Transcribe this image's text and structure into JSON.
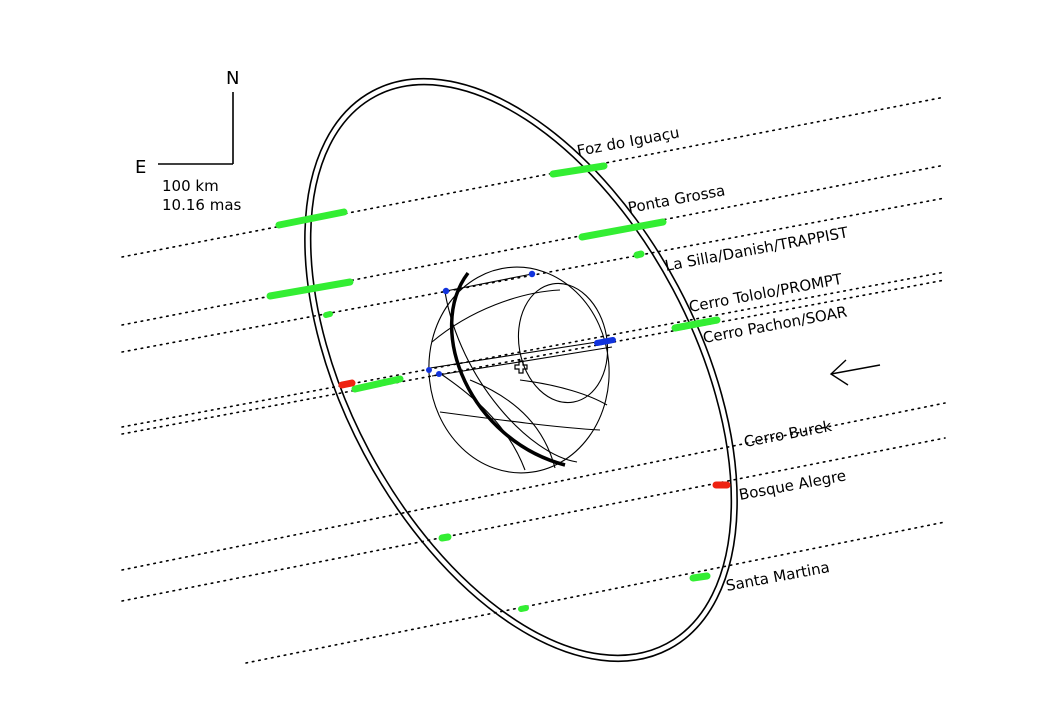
{
  "compass": {
    "north_label": "N",
    "east_label": "E"
  },
  "scale_bar": {
    "line1": "100 km",
    "line2": "10.16 mas"
  },
  "stations": [
    {
      "name": "Foz do Iguaçu"
    },
    {
      "name": "Ponta Grossa"
    },
    {
      "name": "La Silla/Danish/TRAPPIST"
    },
    {
      "name": "Cerro Tololo/PROMPT"
    },
    {
      "name": "Cerro Pachon/SOAR"
    },
    {
      "name": "Cerro Burek"
    },
    {
      "name": "Bosque Alegre"
    },
    {
      "name": "Santa Martina"
    }
  ],
  "colors": {
    "occultation": "#33ee33",
    "ring_event_red": "#ee2211",
    "limb_point_blue": "#1133dd",
    "lines": "#000000",
    "background": "#ffffff"
  },
  "legend_icons": {
    "motion_arrow": "arrow-left-icon",
    "body_center": "cross-icon"
  }
}
